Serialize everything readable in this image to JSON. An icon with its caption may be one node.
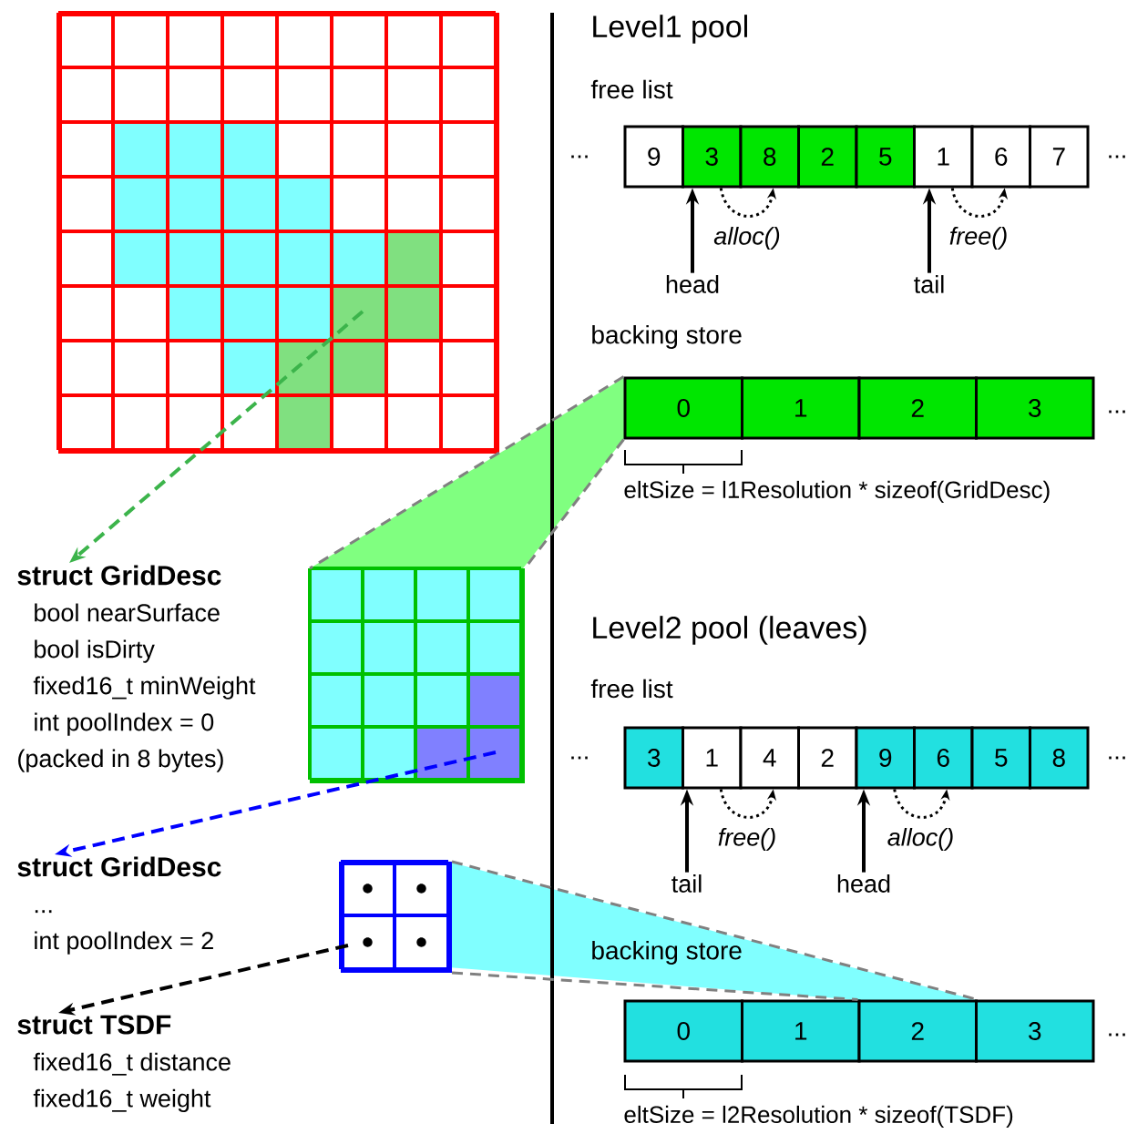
{
  "diagram": {
    "nodes": [
      {
        "text": [],
        "shape": "box"
      },
      {
        "text": [
          "struct GridDesc",
          "bool nearSurface",
          "bool isDirty",
          "fixed16_t minWeight",
          "int poolIndex = 0",
          "(packed in 8 bytes)"
        ]
      },
      {
        "text": [],
        "shape": "box"
      },
      {
        "text": [
          "struct GridDesc",
          "...",
          "int poolIndex = 2"
        ]
      },
      {
        "text": [],
        "shape": "box"
      },
      {
        "text": [
          "struct TSDF",
          "fixed16_t distance",
          "fixed16_t weight"
        ]
      },
      {
        "text": [
          "9"
        ]
      },
      {
        "text": [
          "3"
        ]
      },
      {
        "text": [
          "8"
        ]
      },
      {
        "text": [
          "2"
        ]
      },
      {
        "text": [
          "5"
        ]
      },
      {
        "text": [
          "1"
        ]
      },
      {
        "text": [
          "6"
        ]
      },
      {
        "text": [
          "7"
        ]
      },
      {
        "text": [
          "head"
        ]
      },
      {
        "text": [
          "tail"
        ]
      },
      {
        "text": [
          "0"
        ]
      },
      {
        "text": [
          "1"
        ]
      },
      {
        "text": [
          "2"
        ]
      },
      {
        "text": [
          "3"
        ]
      },
      {
        "text": [
          "3"
        ]
      },
      {
        "text": [
          "1"
        ]
      },
      {
        "text": [
          "4"
        ]
      },
      {
        "text": [
          "2"
        ]
      },
      {
        "text": [
          "9"
        ]
      },
      {
        "text": [
          "6"
        ]
      },
      {
        "text": [
          "5"
        ]
      },
      {
        "text": [
          "8"
        ]
      },
      {
        "text": [
          "tail"
        ]
      },
      {
        "text": [
          "head"
        ]
      },
      {
        "text": [
          "0"
        ]
      },
      {
        "text": [
          "1"
        ]
      },
      {
        "text": [
          "2"
        ]
      },
      {
        "text": [
          "3"
        ]
      }
    ],
    "edges": [
      {
        "from": 0,
        "to": 1,
        "arrow": "to",
        "style": "dashed",
        "color": "#3cb44b"
      },
      {
        "from": 2,
        "to": 3,
        "arrow": "to",
        "style": "dashed",
        "color": "#0000ff"
      },
      {
        "from": 4,
        "to": 5,
        "arrow": "to",
        "style": "dashed"
      },
      {
        "from": 14,
        "to": 7,
        "arrow": "to"
      },
      {
        "from": 15,
        "to": 11,
        "arrow": "to"
      },
      {
        "from": 28,
        "to": 21,
        "arrow": "to"
      },
      {
        "from": 29,
        "to": 24,
        "arrow": "to"
      },
      {
        "from": 16,
        "to": 2,
        "arrow": "none",
        "style": "dashed",
        "color": "#808080"
      },
      {
        "from": 16,
        "to": 2,
        "arrow": "none",
        "style": "dashed",
        "color": "#808080"
      },
      {
        "from": 4,
        "to": 32,
        "arrow": "none",
        "style": "dashed",
        "color": "#808080"
      },
      {
        "from": 4,
        "to": 32,
        "arrow": "none",
        "style": "dashed",
        "color": "#808080"
      },
      {
        "from": 7,
        "to": 8,
        "arrow": "to",
        "style": "dashed",
        "label": "alloc()"
      },
      {
        "from": 11,
        "to": 12,
        "arrow": "to",
        "style": "dashed",
        "label": "free()"
      },
      {
        "from": 21,
        "to": 22,
        "arrow": "to",
        "style": "dashed",
        "label": "free()"
      },
      {
        "from": 24,
        "to": 25,
        "arrow": "to",
        "style": "dashed",
        "label": "alloc()"
      }
    ],
    "labels": [
      "Level1 pool",
      "free list",
      "...",
      "...",
      "backing store",
      "...",
      "eltSize = l1Resolution * sizeof(GridDesc)",
      "Level2 pool (leaves)",
      "free list",
      "...",
      "...",
      "backing store",
      "...",
      "eltSize = l2Resolution * sizeof(TSDF)"
    ]
  }
}
